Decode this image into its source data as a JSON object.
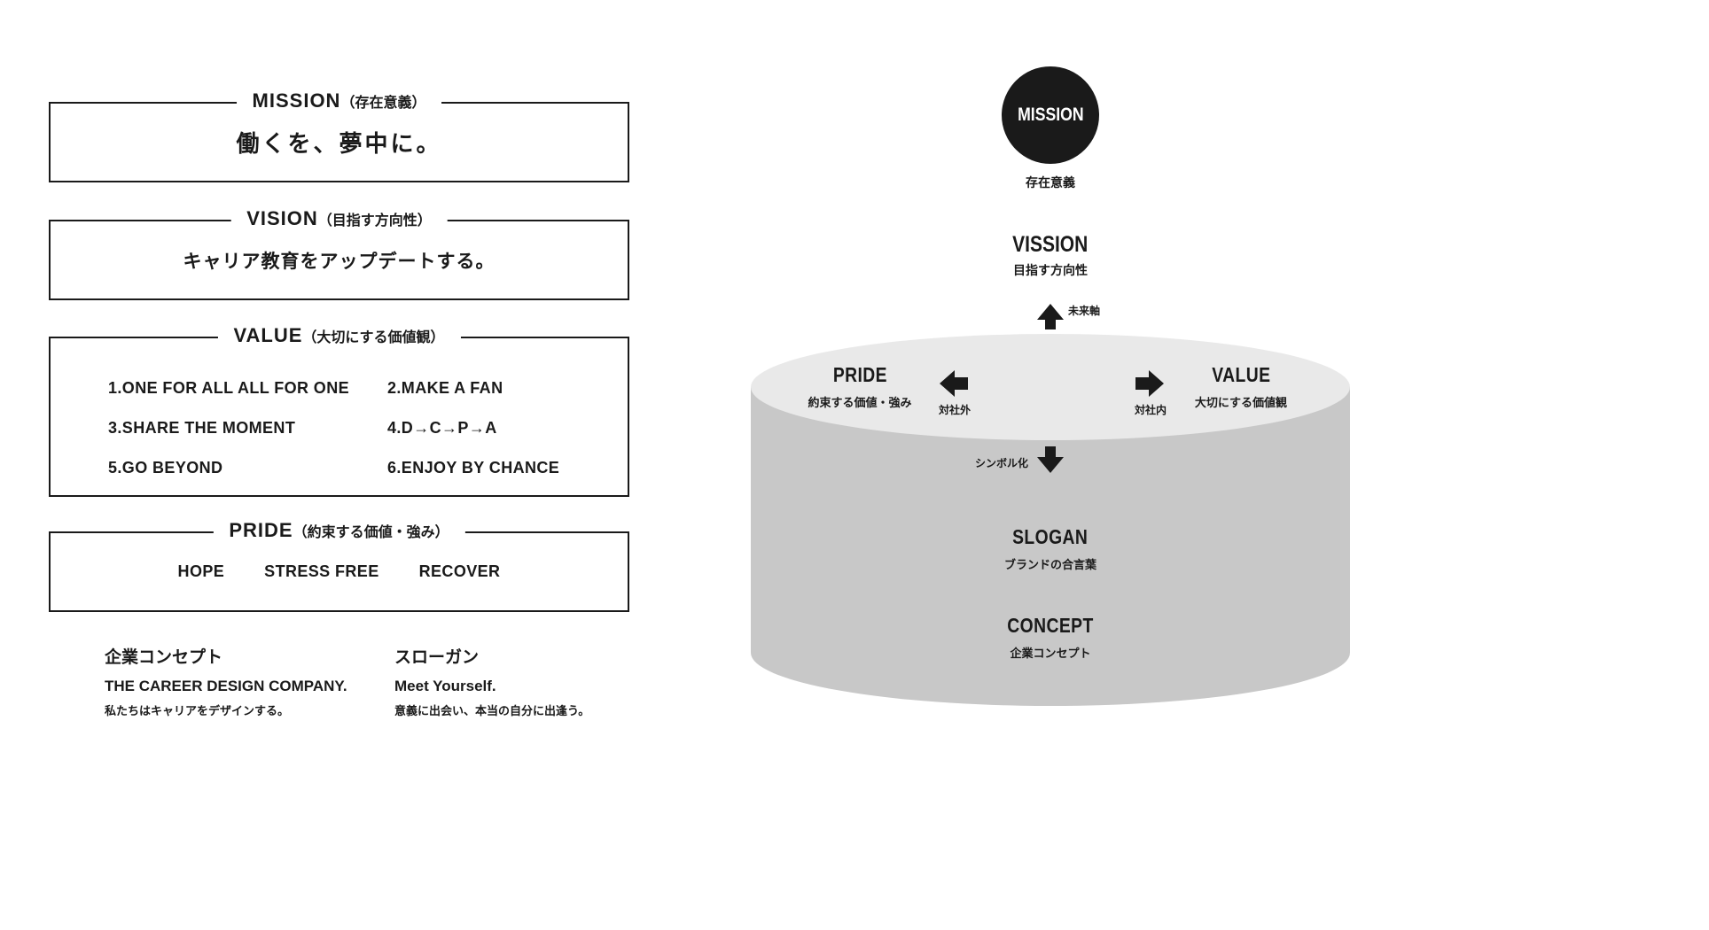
{
  "colors": {
    "ink": "#1a1a1a",
    "cylinder_top": "#e9e9e9",
    "cylinder_body": "#c8c8c8",
    "circle_bg": "#1a1a1a"
  },
  "boxes": {
    "mission": {
      "en": "MISSION",
      "ja": "（存在意義）",
      "content": "働くを、夢中に。"
    },
    "vision": {
      "en": "VISION",
      "ja": "（目指す方向性）",
      "content": "キャリア教育をアップデートする。"
    },
    "value": {
      "en": "VALUE",
      "ja": "（大切にする価値観）",
      "items": [
        "1.ONE FOR ALL ALL FOR ONE",
        "2.MAKE A FAN",
        "3.SHARE THE MOMENT",
        "4.D→C→P→A",
        "5.GO BEYOND",
        "6.ENJOY BY CHANCE"
      ]
    },
    "pride": {
      "en": "PRIDE",
      "ja": "（約束する価値・強み）",
      "items": [
        "HOPE",
        "STRESS FREE",
        "RECOVER"
      ]
    }
  },
  "footer": {
    "concept_label": "企業コンセプト",
    "concept_en": "THE CAREER DESIGN COMPANY.",
    "concept_ja": "私たちはキャリアをデザインする。",
    "slogan_label": "スローガン",
    "slogan_en": "Meet Yourself.",
    "slogan_ja": "意義に出会い、本当の自分に出逢う。"
  },
  "diagram": {
    "mission_label": "MISSION",
    "mission_sub": "存在意義",
    "vision_label": "VISSION",
    "vision_sub": "目指す方向性",
    "future_axis": "未来軸",
    "pride_label": "PRIDE",
    "pride_sub": "約束する価値・強み",
    "outward": "対社外",
    "inward": "対社内",
    "value_label": "VALUE",
    "value_sub": "大切にする価値観",
    "symbolize": "シンボル化",
    "slogan_label": "SLOGAN",
    "slogan_sub": "ブランドの合言葉",
    "concept_label": "CONCEPT",
    "concept_sub": "企業コンセプト"
  }
}
